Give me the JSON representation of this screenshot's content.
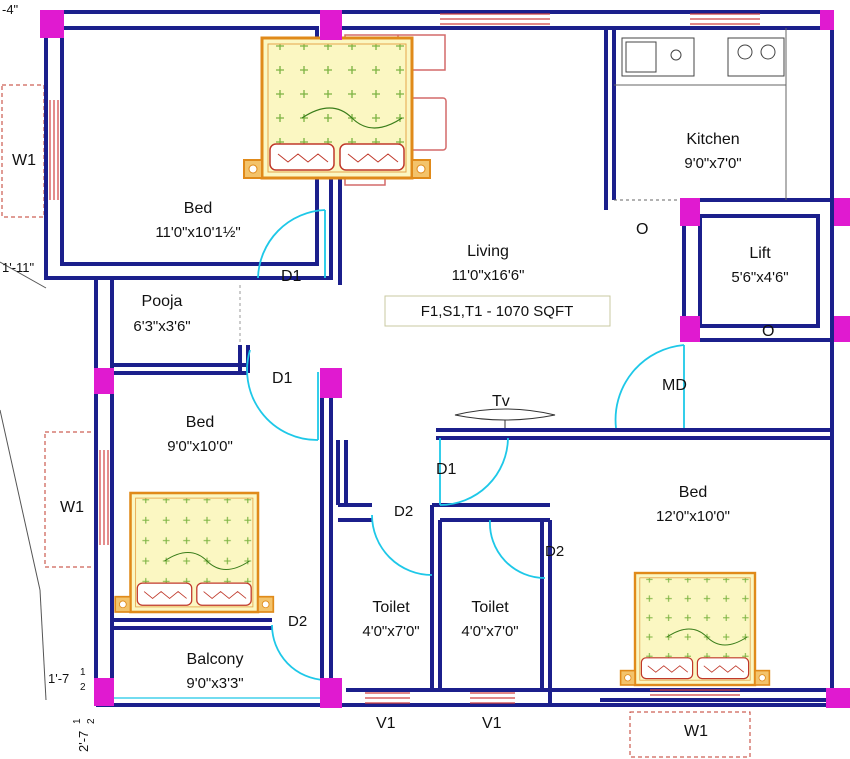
{
  "rooms": {
    "bed_top_left": {
      "name": "Bed",
      "size": "11'0\"x10'1½\""
    },
    "pooja": {
      "name": "Pooja",
      "size": "6'3\"x3'6\""
    },
    "living": {
      "name": "Living",
      "size": "11'0\"x16'6\""
    },
    "kitchen": {
      "name": "Kitchen",
      "size": "9'0\"x7'0\""
    },
    "lift": {
      "name": "Lift",
      "size": "5'6\"x4'6\""
    },
    "bed_mid_left": {
      "name": "Bed",
      "size": "9'0\"x10'0\""
    },
    "balcony": {
      "name": "Balcony",
      "size": "9'0\"x3'3\""
    },
    "toilet_1": {
      "name": "Toilet",
      "size": "4'0\"x7'0\""
    },
    "toilet_2": {
      "name": "Toilet",
      "size": "4'0\"x7'0\""
    },
    "bed_right": {
      "name": "Bed",
      "size": "12'0\"x10'0\""
    }
  },
  "info_box": "F1,S1,T1 - 1070 SQFT",
  "tv_label": "Tv",
  "door_labels": {
    "d1_a": "D1",
    "d1_b": "D1",
    "d1_c": "D1",
    "d2_a": "D2",
    "d2_b": "D2",
    "d2_c": "D2",
    "md": "MD",
    "o_kitchen": "O",
    "o_lift": "O"
  },
  "window_labels": {
    "w1_top": "W1",
    "w1_mid": "W1",
    "w1_bottom": "W1",
    "v1_a": "V1",
    "v1_b": "V1"
  },
  "edge_dims": {
    "top_left": "-4\"",
    "left_a": "1'-11\"",
    "left_b": "1'-7",
    "left_b_frac_top": "1",
    "left_b_frac_bot": "2",
    "left_c": "2'-7",
    "left_c_frac_top": "1",
    "left_c_frac_bot": "2"
  },
  "colors": {
    "wall": "#1b1f8c",
    "column": "#e01ad0",
    "door_arc": "#1ec8e8",
    "window": "#d04040",
    "bed_frame": "#e08a1a",
    "bed_fill": "#fbf7c2",
    "bed_accent": "#c0392b"
  }
}
